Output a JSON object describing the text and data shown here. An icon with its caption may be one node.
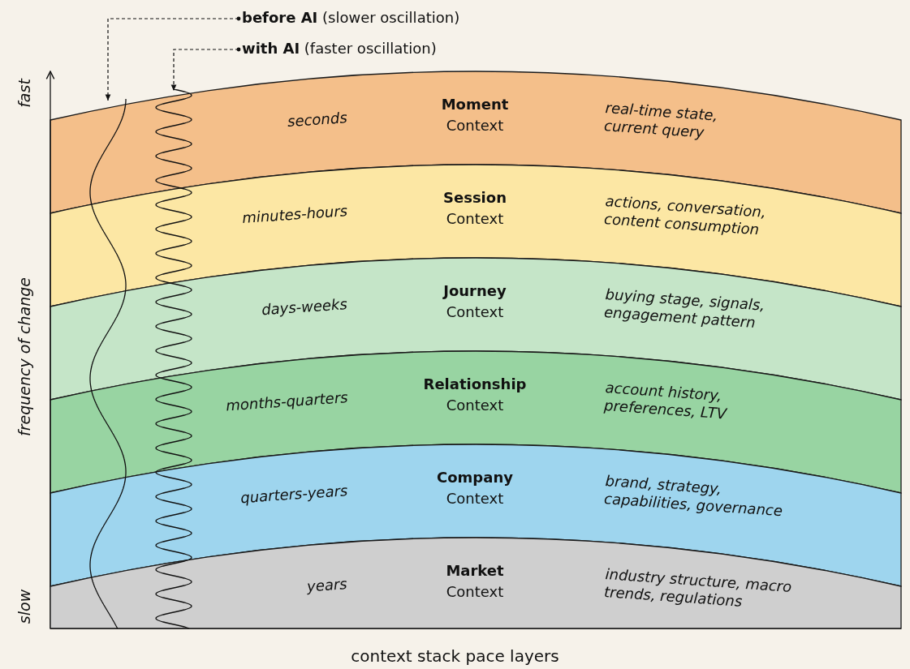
{
  "diagram": {
    "caption": "context stack pace layers",
    "nodes": [
      {
        "text": [
          "**before AI** (slower oscillation)"
        ]
      },
      {
        "text": [
          "**with AI** (faster oscillation)"
        ]
      },
      {
        "text": [],
        "shape": "curve"
      },
      {
        "text": [],
        "shape": "curve"
      },
      {
        "text": [
          "seconds",
          "Moment",
          "Context",
          "real-time state, current query"
        ]
      },
      {
        "text": [
          "minutes-hours",
          "Session",
          "Context",
          "actions, conversation, content consumption"
        ]
      },
      {
        "text": [
          "days-weeks",
          "Journey",
          "Context",
          "buying stage, signals, engagement pattern"
        ]
      },
      {
        "text": [
          "months-quarters",
          "Relationship",
          "Context",
          "account history, preferences, LTV"
        ]
      },
      {
        "text": [
          "quarters-years",
          "Company",
          "Context",
          "brand, strategy, capabilities, governance"
        ]
      },
      {
        "text": [
          "years",
          "Market",
          "Context",
          "industry structure, macro trends, regulations"
        ]
      }
    ],
    "edges": [
      {
        "from": 0,
        "to": 2,
        "arrow": "to",
        "style": "dashed"
      },
      {
        "from": 1,
        "to": 3,
        "arrow": "to",
        "style": "dashed"
      }
    ],
    "labels": [
      "fast",
      "frequency of change",
      "slow"
    ]
  }
}
